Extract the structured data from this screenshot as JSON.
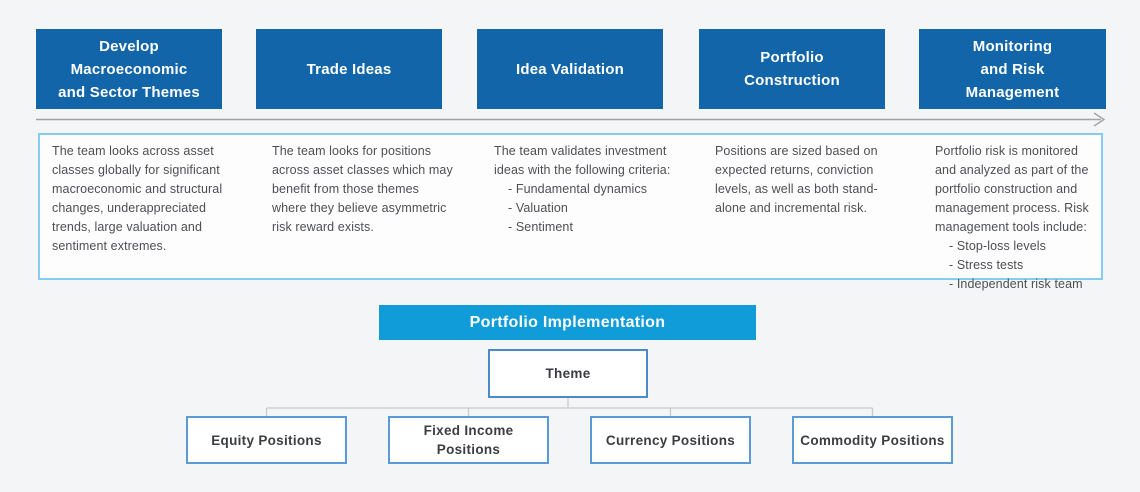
{
  "stages": [
    {
      "title": "Develop Macroeconomic and Sector Themes",
      "title_lines": [
        "Develop",
        "Macroeconomic",
        "and Sector Themes"
      ],
      "description": "The team looks across asset classes globally for significant macroeconomic and structural changes, underappreciated trends, large valuation and sentiment extremes.",
      "bullets": []
    },
    {
      "title": "Trade Ideas",
      "title_lines": [
        "Trade Ideas"
      ],
      "description": "The team looks for positions across asset classes which may benefit from those themes where they believe asymmetric risk reward exists.",
      "bullets": []
    },
    {
      "title": "Idea Validation",
      "title_lines": [
        "Idea Validation"
      ],
      "description": "The team validates investment ideas with the following criteria:",
      "bullets": [
        "Fundamental dynamics",
        "Valuation",
        "Sentiment"
      ]
    },
    {
      "title": "Portfolio Construction",
      "title_lines": [
        "Portfolio",
        "Construction"
      ],
      "description": "Positions are sized based on expected returns, conviction levels, as well as both stand-alone and incremental risk.",
      "bullets": []
    },
    {
      "title": "Monitoring and Risk Management",
      "title_lines": [
        "Monitoring",
        "and Risk",
        "Management"
      ],
      "description": "Portfolio risk is monitored and analyzed as part of the portfolio construction and management process. Risk management tools include:",
      "bullets": [
        "Stop-loss levels",
        "Stress tests",
        "Independent risk team"
      ]
    }
  ],
  "implementation": {
    "banner_label": "Portfolio Implementation",
    "root_label": "Theme",
    "children": [
      "Equity Positions",
      "Fixed Income Positions",
      "Currency Positions",
      "Commodity Positions"
    ]
  },
  "colors": {
    "stage_box": "#1265a8",
    "banner": "#0f9cd8",
    "panel_border": "#84cdf0",
    "root_border": "#4c89c8",
    "child_border": "#5b9bd5",
    "connector": "#c9cbcc",
    "arrow": "#a3a3a3",
    "body_text": "#4d4f52",
    "page_bg": "#f4f5f6"
  }
}
